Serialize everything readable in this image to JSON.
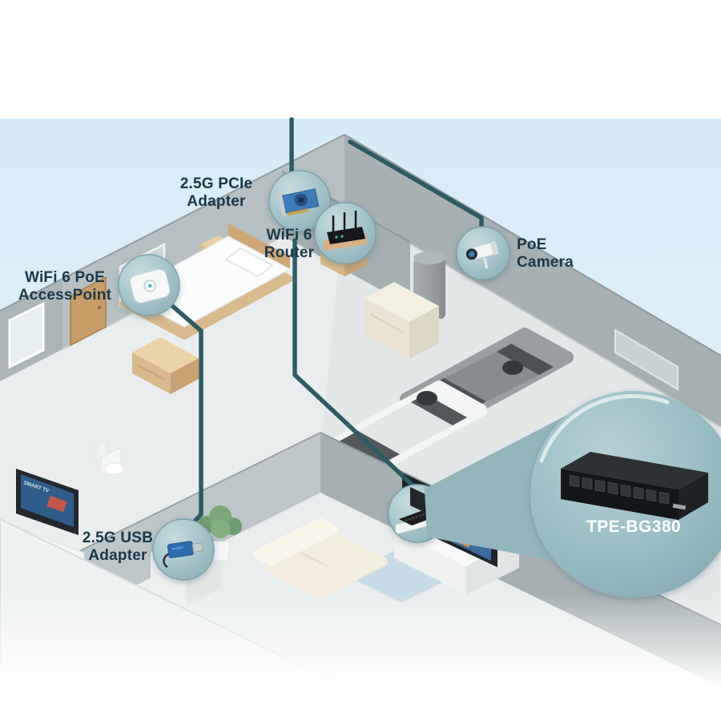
{
  "diagram": {
    "type": "product-network-diagram",
    "scene": "isometric smart home floor plan with network cabling",
    "product_label": "TPE-BG380",
    "devices": [
      {
        "id": "pcie-adapter",
        "line1": "2.5G PCIe",
        "line2": "Adapter"
      },
      {
        "id": "wifi6-router",
        "line1": "WiFi 6",
        "line2": "Router"
      },
      {
        "id": "poe-camera",
        "line1": "PoE",
        "line2": "Camera"
      },
      {
        "id": "wifi6-poe-access-point",
        "line1": "WiFi 6 PoE",
        "line2": "AccessPoint"
      },
      {
        "id": "usb-adapter",
        "line1": "2.5G USB",
        "line2": "Adapter"
      }
    ],
    "tv_brand_text": "SMART TV"
  },
  "colors": {
    "background": "#d9edf8",
    "cable": "#2d5b63",
    "callout_fill": "#93b6bd",
    "label_text": "#1a384a",
    "product_label_text": "#ffffff"
  }
}
